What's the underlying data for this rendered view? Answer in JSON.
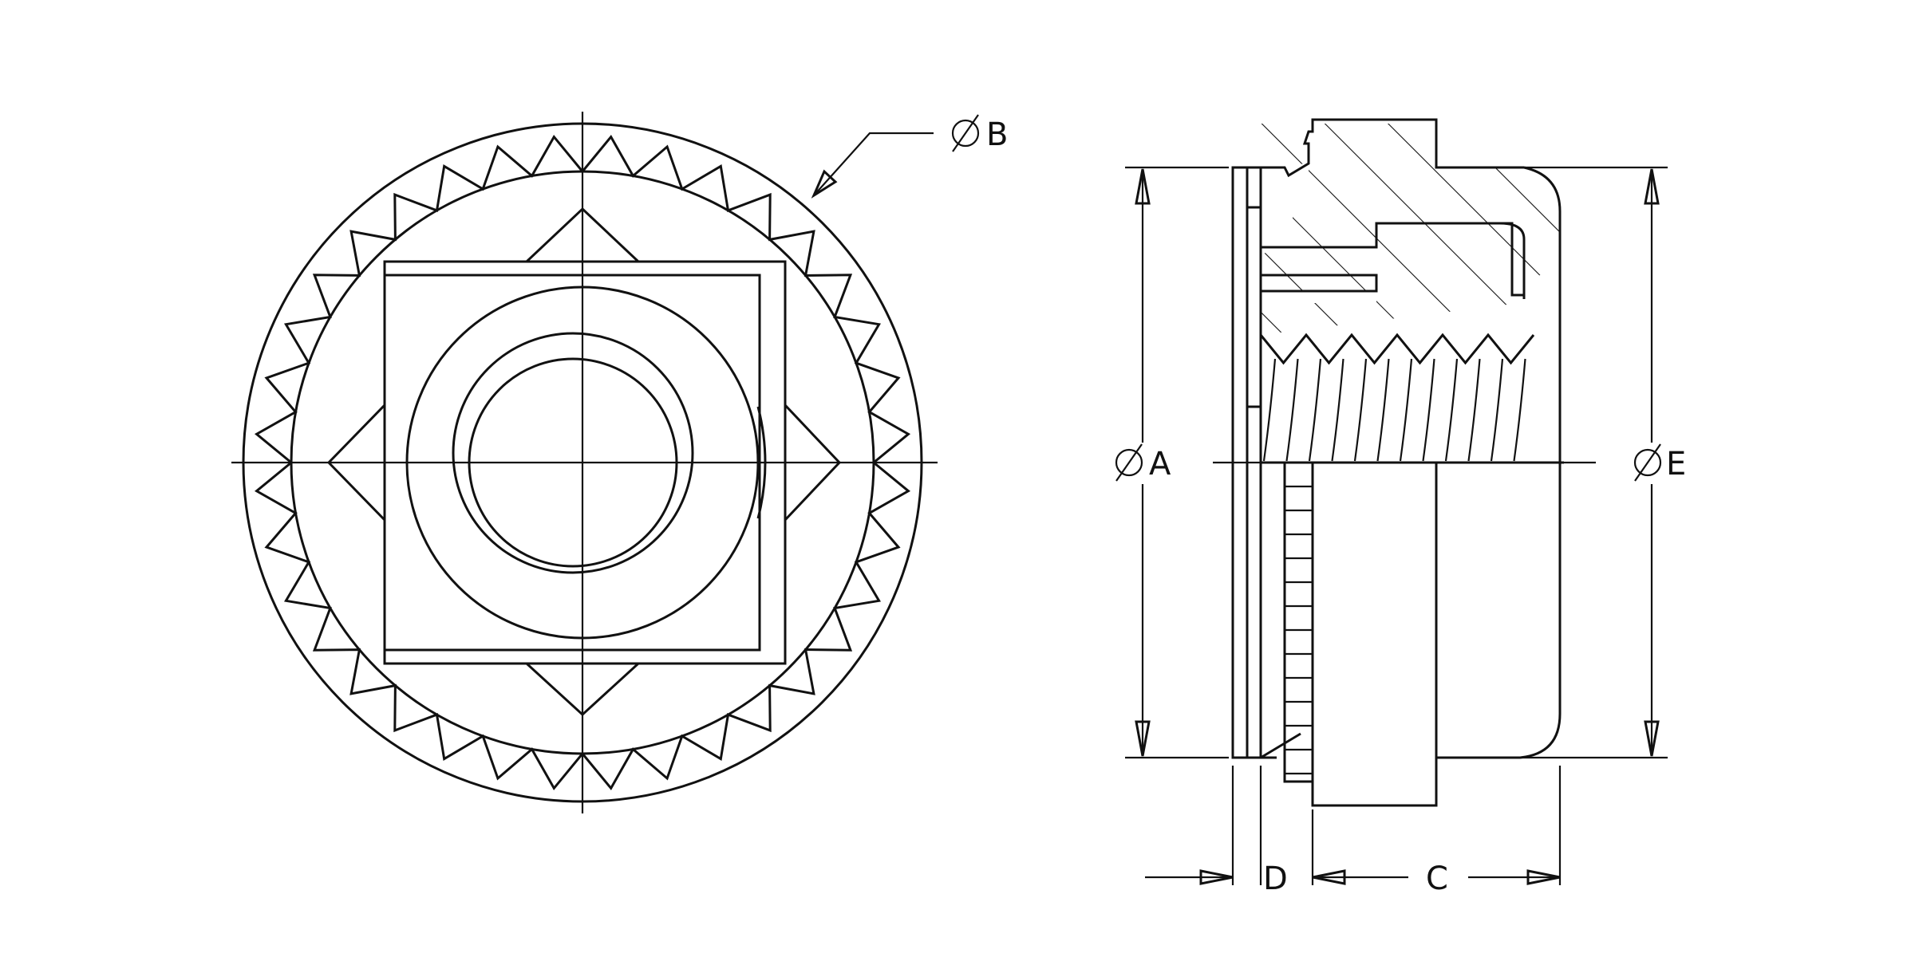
{
  "labels": {
    "dia_b": "B",
    "dia_a": "A",
    "dia_e": "E",
    "dim_d": "D",
    "dim_c": "C"
  },
  "colors": {
    "line": "#111111",
    "background": "#ffffff"
  }
}
